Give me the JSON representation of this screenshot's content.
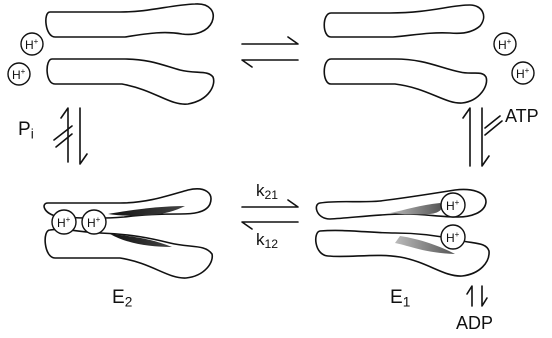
{
  "labels": {
    "pi_main": "P",
    "pi_sub": "i",
    "atp": "ATP",
    "adp": "ADP",
    "e2_main": "E",
    "e2_sub": "2",
    "e1_main": "E",
    "e1_sub": "1",
    "k21_main": "k",
    "k21_sub": "21",
    "k12_main": "k",
    "k12_sub": "12"
  },
  "proton": {
    "symbol": "H",
    "charge": "+"
  }
}
